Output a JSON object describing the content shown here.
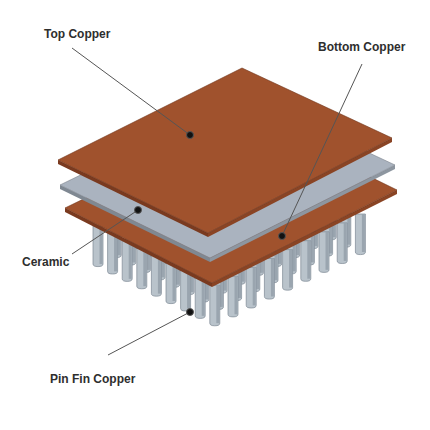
{
  "diagram": {
    "labels": [
      "Top Copper",
      "Bottom Copper",
      "Ceramic",
      "Pin Fin Copper"
    ]
  }
}
